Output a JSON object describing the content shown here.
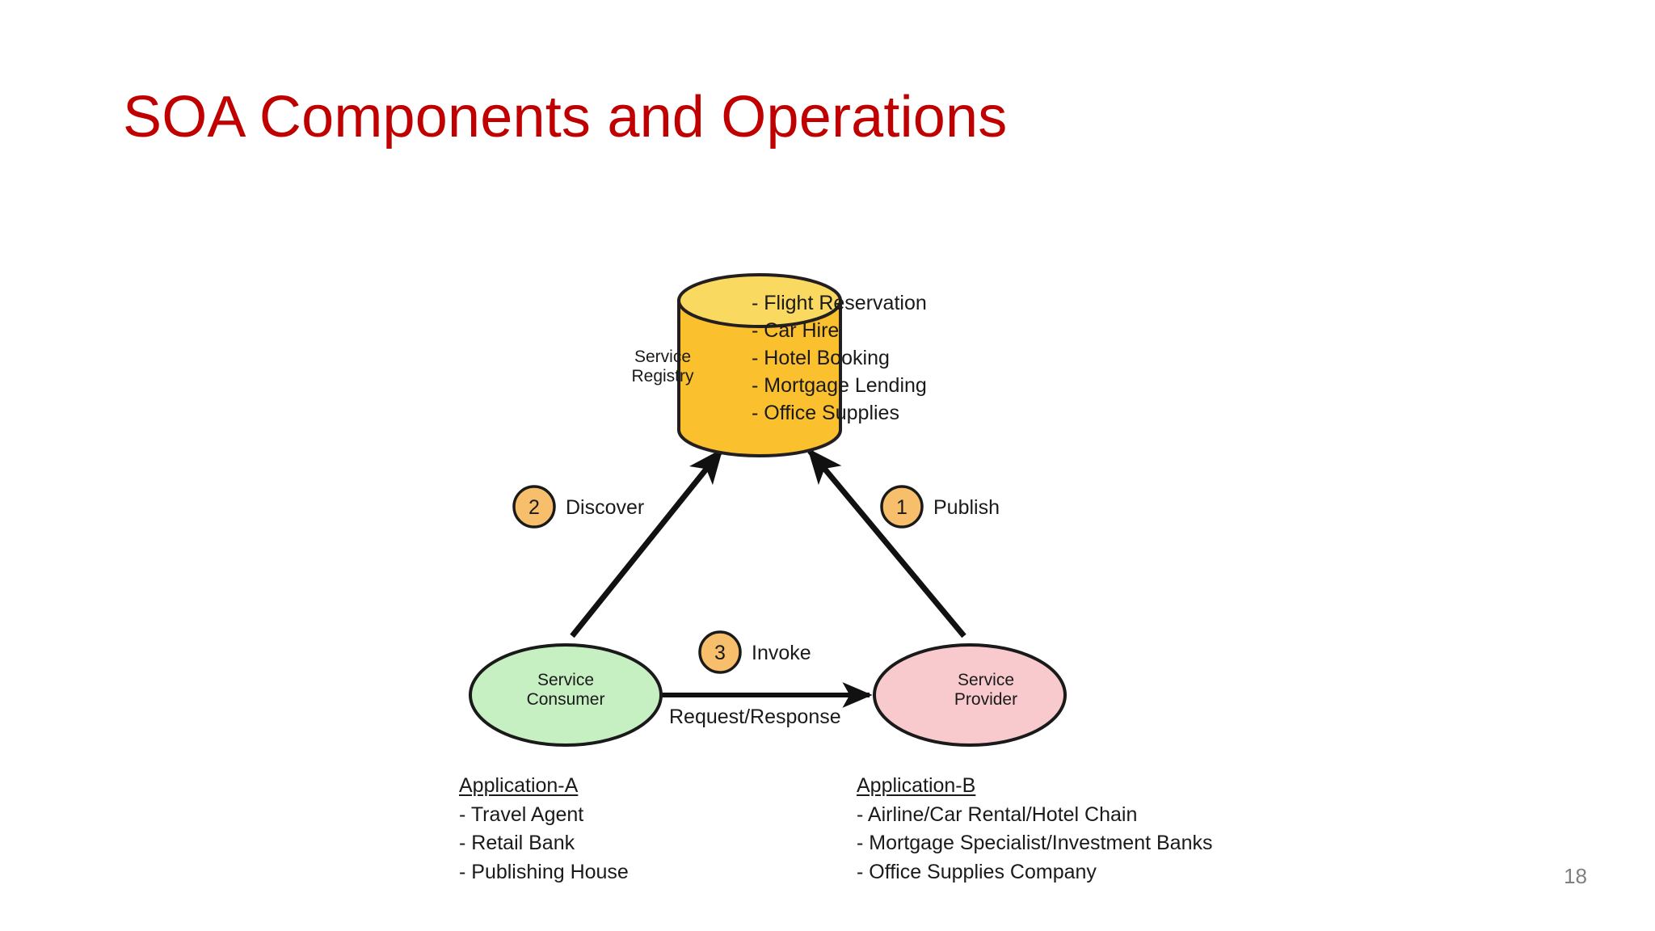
{
  "slide": {
    "title": "SOA Components and Operations",
    "number": "18",
    "title_color": "#C00000",
    "background_color": "#FFFFFF"
  },
  "diagram": {
    "type": "soa-publish-find-bind",
    "nodes": {
      "registry": {
        "name": "service-registry",
        "shape": "cylinder",
        "label_line1": "Service",
        "label_line2": "Registry",
        "fill_color": "#FBC02D",
        "top_fill_color": "#FAD961",
        "stroke_color": "#231F20"
      },
      "consumer": {
        "name": "service-consumer",
        "shape": "ellipse",
        "label_line1": "Service",
        "label_line2": "Consumer",
        "fill_color": "#C6F0C2",
        "stroke_color": "#1a1a1a"
      },
      "provider": {
        "name": "service-provider",
        "shape": "ellipse",
        "label_line1": "Service",
        "label_line2": "Provider",
        "fill_color": "#F8C9CD",
        "stroke_color": "#1a1a1a"
      }
    },
    "badge_fill_color": "#F7BE6B",
    "badge_stroke_color": "#1a1a1a",
    "steps": [
      {
        "number": "1",
        "label": "Publish",
        "from": "service-provider",
        "to": "service-registry"
      },
      {
        "number": "2",
        "label": "Discover",
        "from": "service-consumer",
        "to": "service-registry"
      },
      {
        "number": "3",
        "label": "Invoke",
        "from": "service-consumer",
        "to": "service-provider"
      }
    ],
    "edge_labels": {
      "request_response": "Request/Response"
    },
    "registry_services": [
      "- Flight Reservation",
      "- Car Hire",
      "- Hotel Booking",
      "- Mortgage Lending",
      "- Office Supplies"
    ],
    "application_a": {
      "heading": "Application-A",
      "items": [
        "- Travel Agent",
        "- Retail Bank",
        "- Publishing House"
      ]
    },
    "application_b": {
      "heading": "Application-B",
      "items": [
        "- Airline/Car Rental/Hotel Chain",
        "- Mortgage Specialist/Investment Banks",
        "- Office Supplies Company"
      ]
    }
  }
}
